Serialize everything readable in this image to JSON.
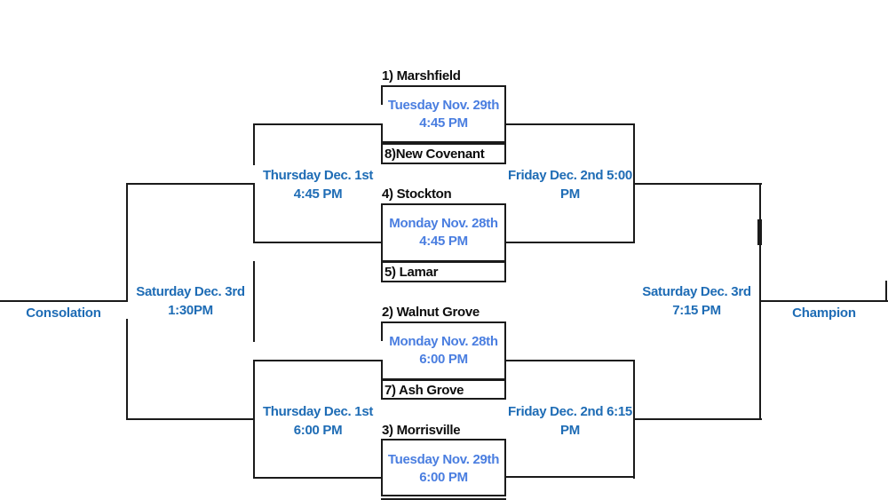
{
  "colors": {
    "connector": "#1a1a1a",
    "round_label": "#1e6cb5",
    "game_time": "#4a7ee0",
    "team_name": "#0d0d0d"
  },
  "games": [
    {
      "top_seed": "1) Marshfield",
      "time_line1": "Tuesday Nov. 29th",
      "time_line2": "4:45 PM",
      "bottom_seed": "8)New Covenant"
    },
    {
      "top_seed": "4) Stockton",
      "time_line1": "Monday Nov. 28th",
      "time_line2": "4:45 PM",
      "bottom_seed": "5) Lamar"
    },
    {
      "top_seed": "2) Walnut Grove",
      "time_line1": "Monday Nov. 28th",
      "time_line2": "6:00 PM",
      "bottom_seed": "7) Ash Grove"
    },
    {
      "top_seed": "3) Morrisville",
      "time_line1": "Tuesday Nov. 29th",
      "time_line2": "6:00 PM",
      "bottom_seed": ""
    }
  ],
  "rounds": {
    "thursday_top": {
      "line1": "Thursday Dec. 1st",
      "line2": "4:45 PM"
    },
    "thursday_bottom": {
      "line1": "Thursday Dec. 1st",
      "line2": "6:00 PM"
    },
    "friday_top": {
      "line1": "Friday Dec. 2nd 5:00",
      "line2": "PM"
    },
    "friday_bottom": {
      "line1": "Friday Dec. 2nd 6:15",
      "line2": "PM"
    },
    "saturday_consolation": {
      "line1": "Saturday Dec. 3rd",
      "line2": "1:30PM"
    },
    "saturday_championship": {
      "line1": "Saturday Dec. 3rd",
      "line2": "7:15 PM"
    }
  },
  "outcomes": {
    "consolation": "Consolation",
    "champion": "Champion"
  }
}
